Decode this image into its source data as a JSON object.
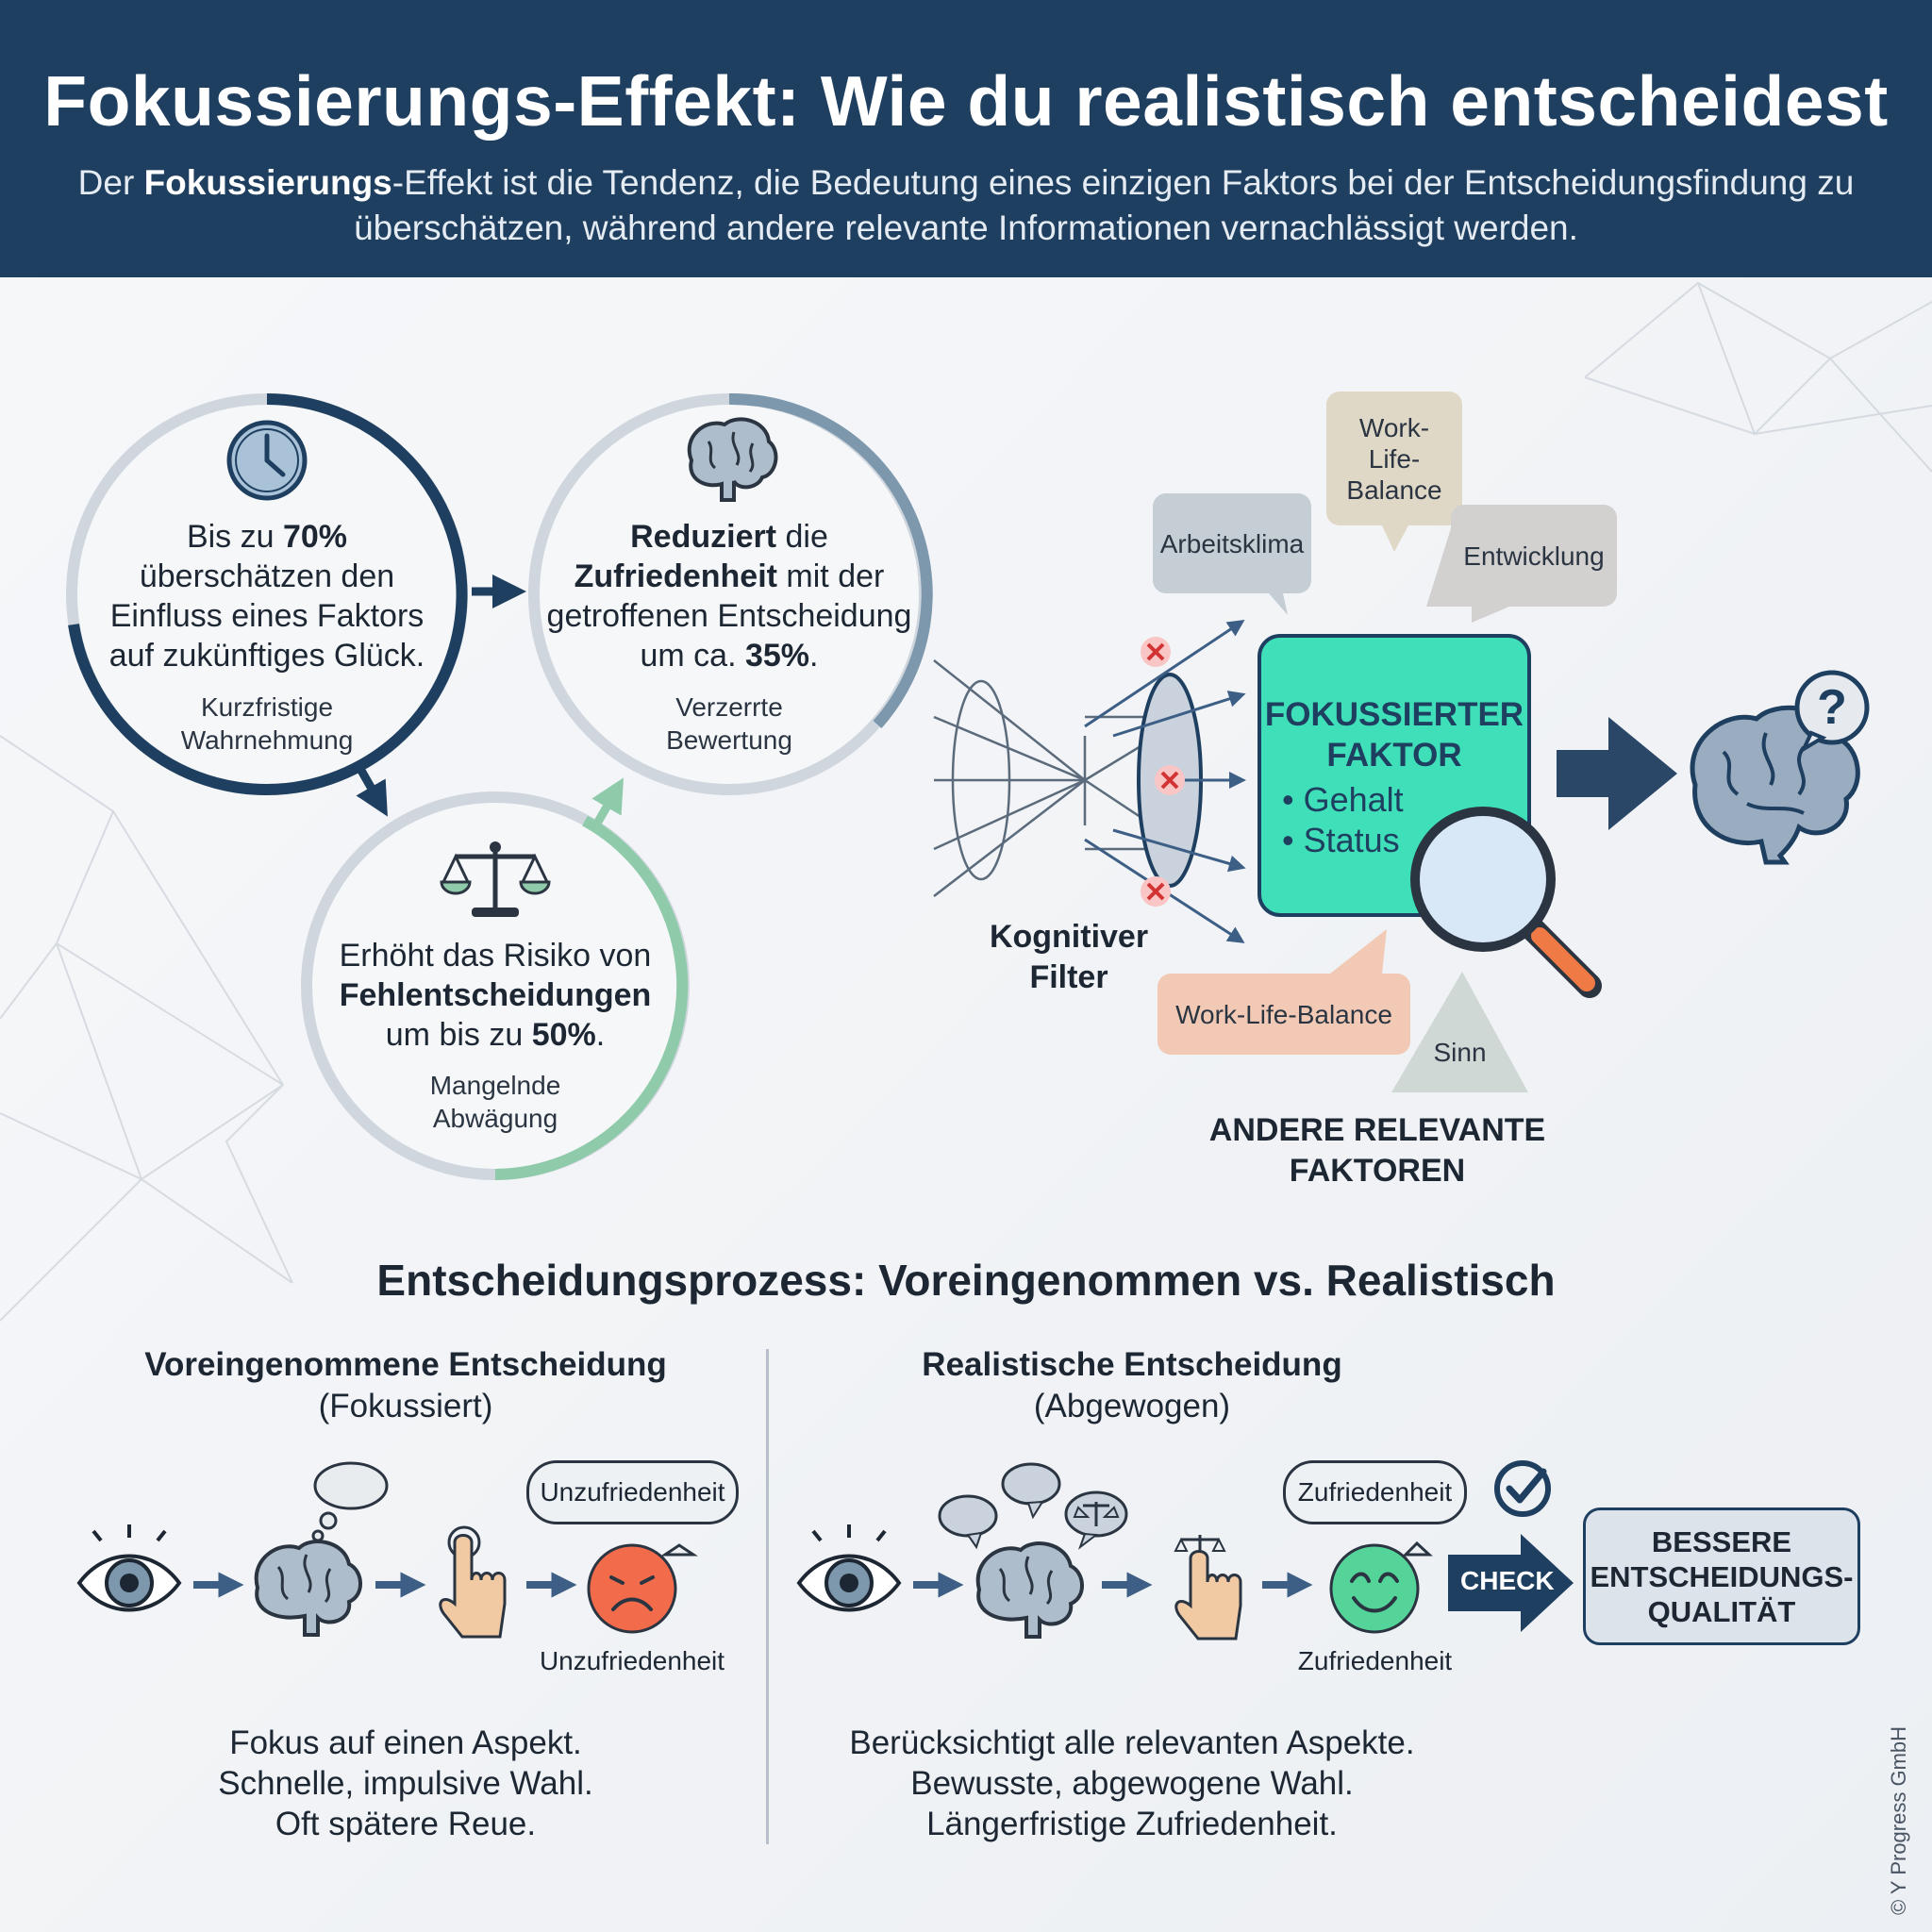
{
  "header": {
    "title": "Fokussierungs-Effekt: Wie du realistisch entscheidest",
    "subtitle_pre": "Der ",
    "subtitle_bold": "Fokussierungs",
    "subtitle_post": "-Effekt ist die Tendenz, die Bedeutung eines einzigen Faktors bei der Entscheidungsfindung zu überschätzen, während andere relevante Informationen vernachlässigt werden."
  },
  "cycle": {
    "c1": {
      "t1": "Bis zu ",
      "b1": "70%",
      "t2": " überschätzen den Einfluss eines Faktors auf zukünftiges Glück.",
      "sub": "Kurzfristige Wahrnehmung"
    },
    "c2": {
      "b1": "Reduziert",
      "t1": " die ",
      "b2": "Zufriedenheit",
      "t2": " mit der getroffenen Entscheidung um ca. ",
      "b3": "35%",
      "t3": ".",
      "sub": "Verzerrte Bewertung"
    },
    "c3": {
      "t1": "Erhöht das Risiko von ",
      "b1": "Fehlentscheidungen",
      "t2": " um bis zu ",
      "b2": "50%",
      "t3": ".",
      "sub": "Mangelnde Abwägung"
    }
  },
  "filter": {
    "label": "Kognitiver Filter",
    "focus_title": "FOKUSSIERTER FAKTOR",
    "focus_items": [
      "Gehalt",
      "Status"
    ],
    "bubbles": {
      "arbeitsklima": "Arbeitsklima",
      "worklife_top": "Work-Life-Balance",
      "entwicklung": "Entwicklung",
      "worklife_bottom": "Work-Life-Balance",
      "sinn": "Sinn"
    },
    "other_label": "ANDERE RELEVANTE FAKTOREN",
    "question": "?"
  },
  "process": {
    "title": "Entscheidungsprozess: Voreingenommen vs. Realistisch",
    "left": {
      "title": "Voreingenommene Entscheidung",
      "subtitle": "(Fokussiert)",
      "bubble": "Unzufriedenheit",
      "result": "Unzufriedenheit",
      "desc": [
        "Fokus auf einen Aspekt.",
        "Schnelle, impulsive Wahl.",
        "Oft spätere Reue."
      ]
    },
    "right": {
      "title": "Realistische Entscheidung",
      "subtitle": "(Abgewogen)",
      "bubble": "Zufriedenheit",
      "result": "Zufriedenheit",
      "check": "CHECK",
      "quality": "BESSERE ENTSCHEIDUNGS-QUALITÄT",
      "desc": [
        "Berücksichtigt alle relevanten Aspekte.",
        "Bewusste, abgewogene Wahl.",
        "Längerfristige Zufriedenheit."
      ]
    }
  },
  "copyright": "© Y Progress GmbH",
  "colors": {
    "navy": "#1f3f60",
    "mint": "#3fe0b9",
    "green": "#8fcbaa",
    "orange": "#f26b4b",
    "smile": "#55d49a"
  }
}
